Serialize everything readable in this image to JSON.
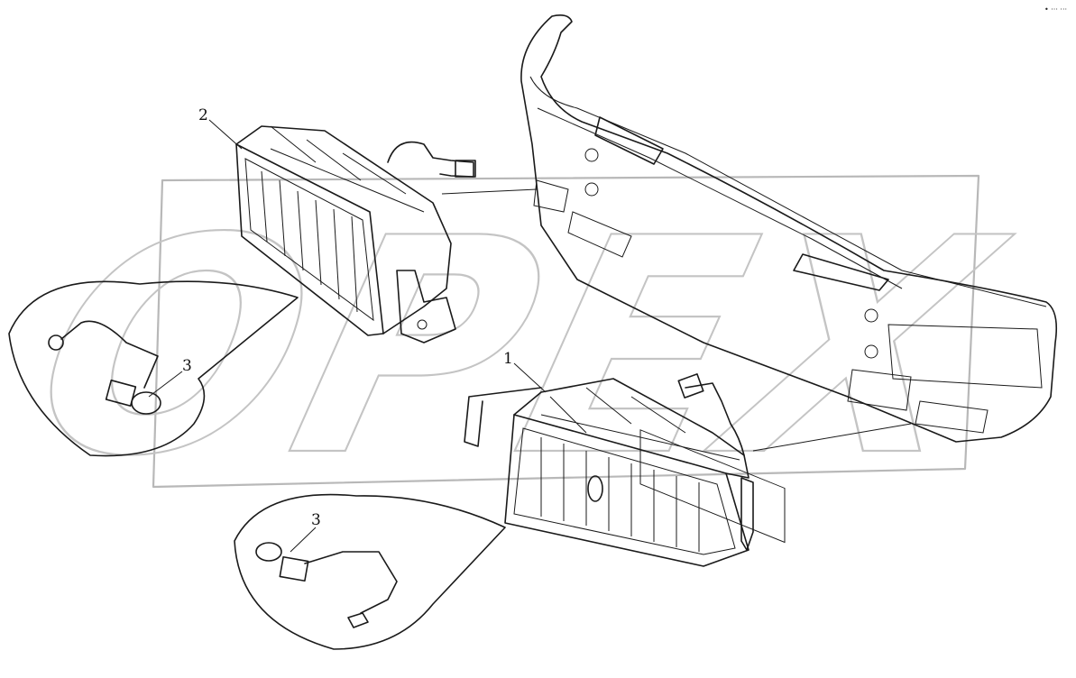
{
  "diagram": {
    "corner_mark": "• ··· ···",
    "watermark": "OPEX",
    "labels": {
      "left_lamp": "2",
      "right_lamp": "1",
      "left_bulb": "3",
      "right_bulb": "3"
    }
  },
  "colors": {
    "line": "#1a1a1a",
    "watermark": "#c4c4c4",
    "background": "#ffffff"
  }
}
